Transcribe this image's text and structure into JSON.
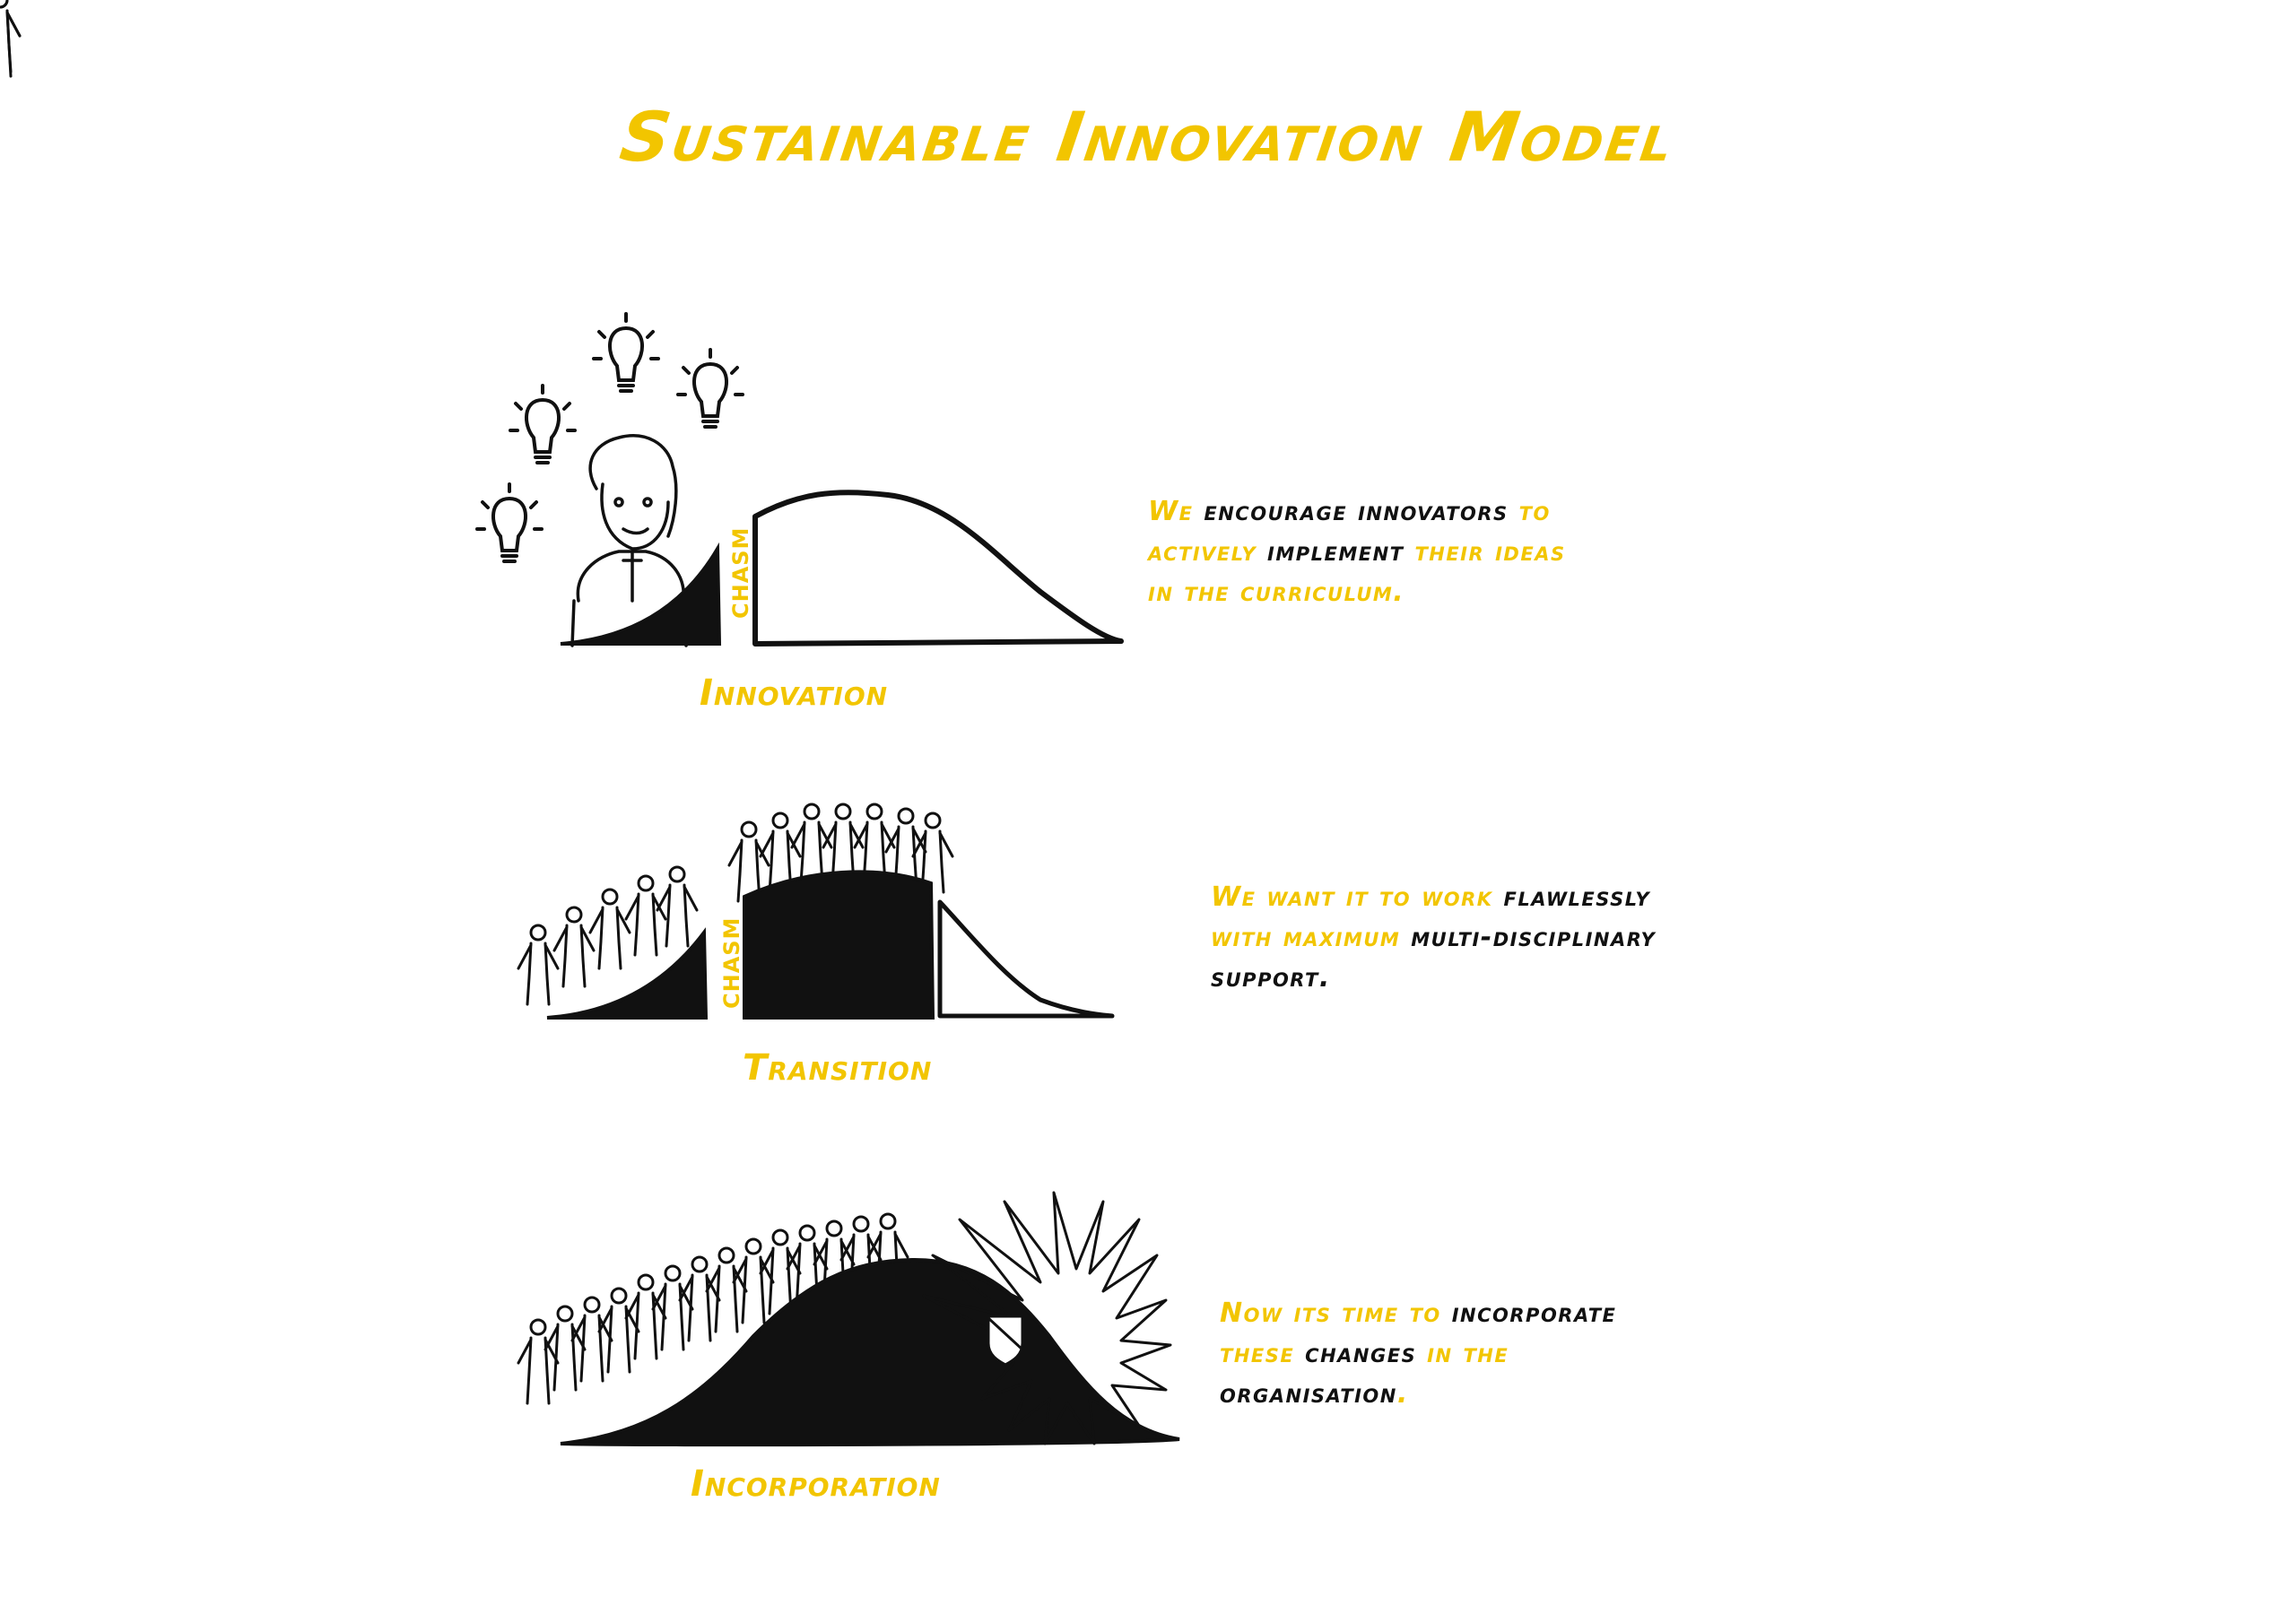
{
  "title": "Sustainable Innovation Model",
  "colors": {
    "accent": "#F2C500",
    "ink": "#111111",
    "background": "#FFFFFF"
  },
  "stages": [
    {
      "label": "Innovation",
      "chasm_label": "CHASM",
      "illustration": [
        "innovator-portrait",
        "lightbulb-icon x5",
        "adoption-curve-small-filled",
        "adoption-curve-large-outline"
      ],
      "description_lines": [
        [
          {
            "t": "We ",
            "c": "y"
          },
          {
            "t": "encourage innovators ",
            "c": "k"
          },
          {
            "t": "to",
            "c": "y"
          }
        ],
        [
          {
            "t": "actively ",
            "c": "y"
          },
          {
            "t": "implement ",
            "c": "k"
          },
          {
            "t": "their ideas",
            "c": "y"
          }
        ],
        [
          {
            "t": "in the curriculum.",
            "c": "y"
          }
        ]
      ]
    },
    {
      "label": "Transition",
      "chasm_label": "CHASM",
      "illustration": [
        "crowd-of-people",
        "adoption-curve-left-filled",
        "adoption-curve-middle-filled",
        "adoption-curve-right-outline"
      ],
      "description_lines": [
        [
          {
            "t": "We want it to work ",
            "c": "y"
          },
          {
            "t": "flawlessly",
            "c": "k"
          }
        ],
        [
          {
            "t": "with maximum ",
            "c": "y"
          },
          {
            "t": "multi-disciplinary",
            "c": "k"
          }
        ],
        [
          {
            "t": "support.",
            "c": "k"
          }
        ]
      ]
    },
    {
      "label": "Incorporation",
      "illustration": [
        "crowd-of-people",
        "bell-curve-filled",
        "sunburst-with-shield-icon"
      ],
      "description_lines": [
        [
          {
            "t": "Now its time to ",
            "c": "y"
          },
          {
            "t": "incorporate",
            "c": "k"
          }
        ],
        [
          {
            "t": "these ",
            "c": "y"
          },
          {
            "t": "changes ",
            "c": "k"
          },
          {
            "t": "in the",
            "c": "y"
          }
        ],
        [
          {
            "t": "organisation",
            "c": "k"
          },
          {
            "t": ".",
            "c": "y"
          }
        ]
      ]
    }
  ]
}
